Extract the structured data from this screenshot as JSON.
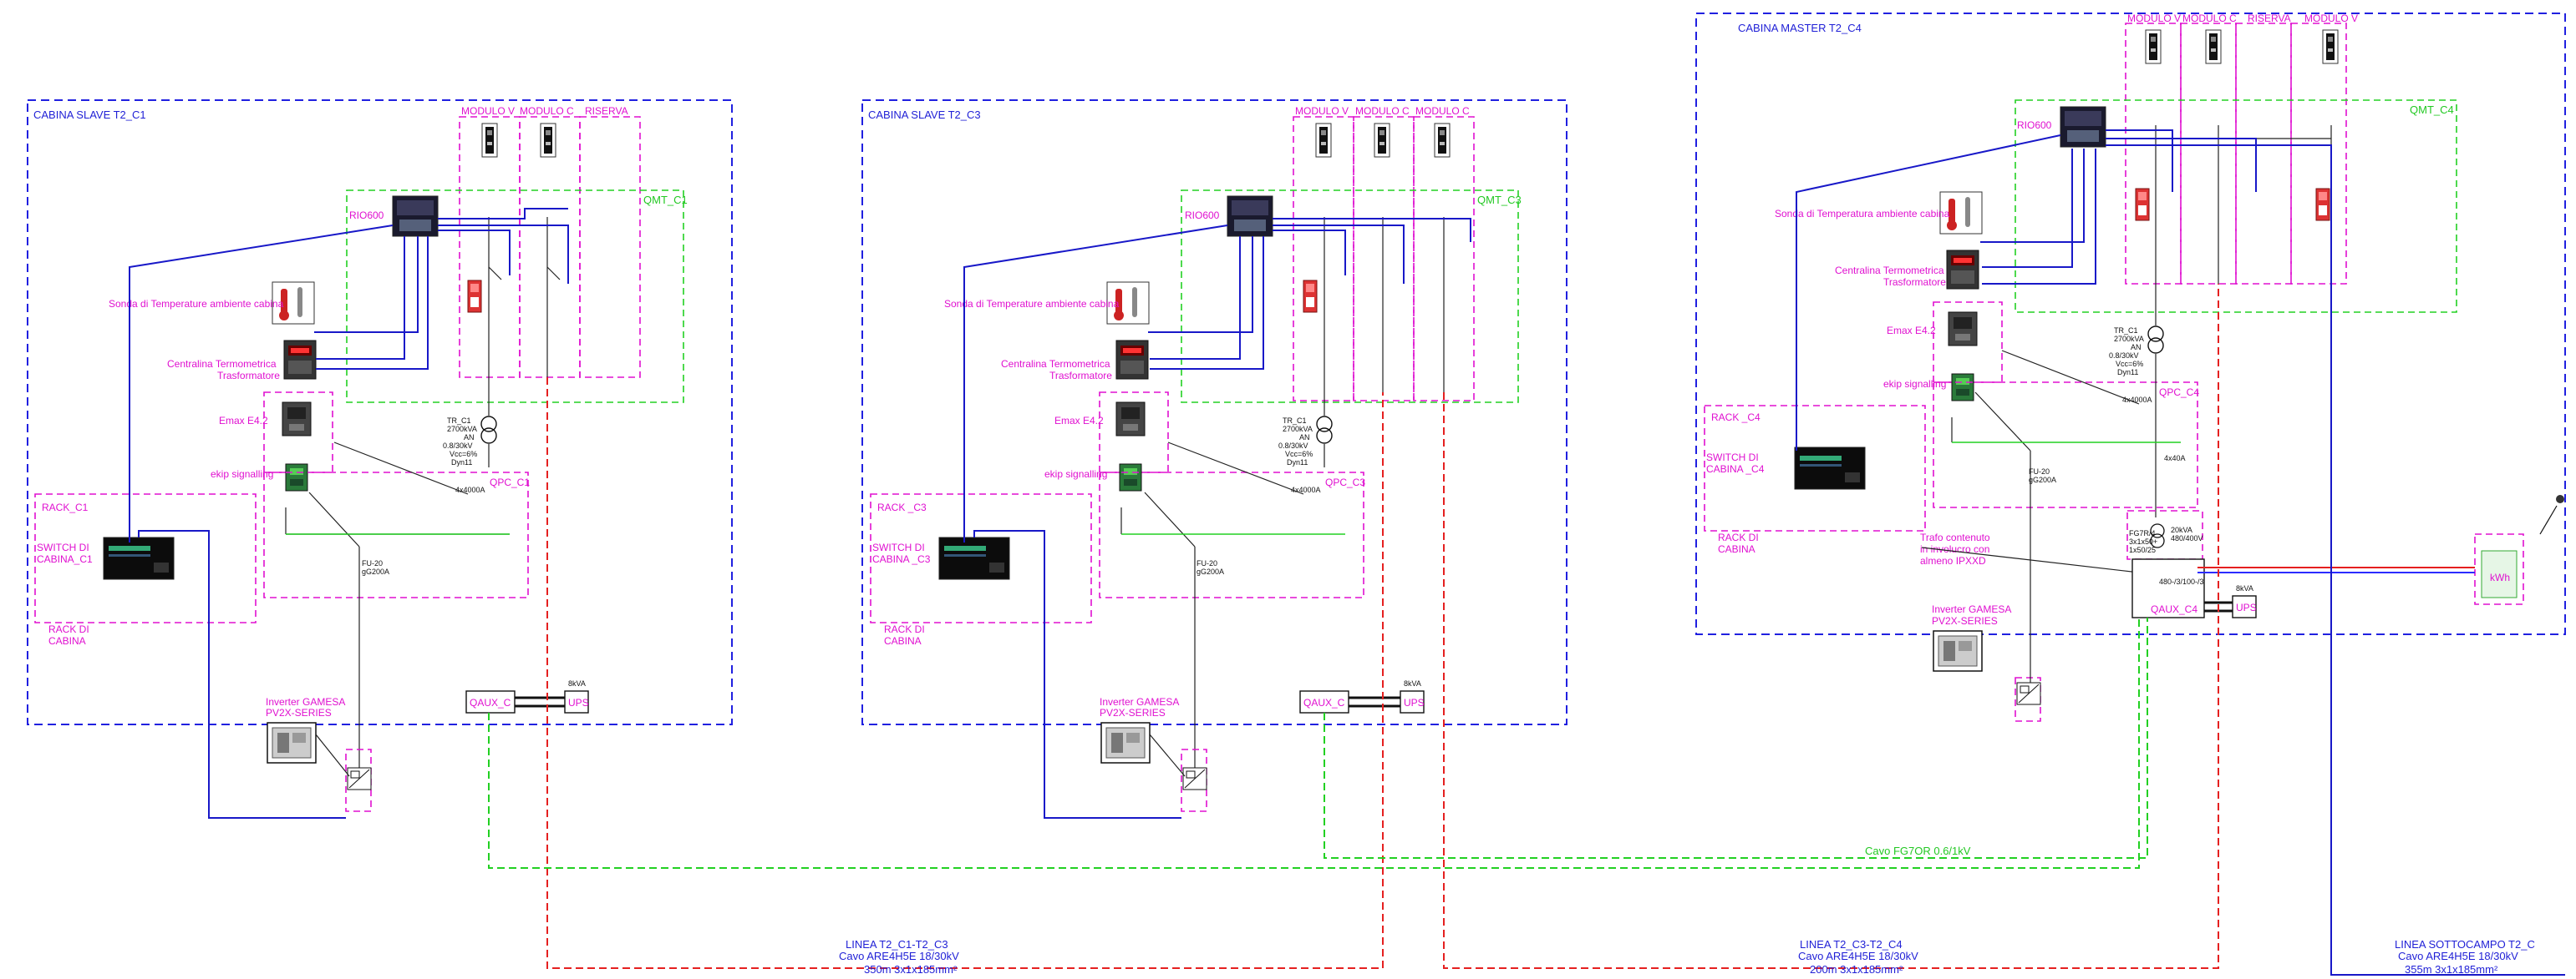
{
  "cabins": [
    {
      "title": "CABINA SLAVE T2_C1",
      "modules": [
        "MODULO V",
        "MODULO C",
        "RISERVA"
      ],
      "qmt": "QMT_C1",
      "rio": "RIO600",
      "sensor": "Sonda di Temperature ambiente cabina",
      "thermo": [
        "Centralina Termometrica",
        "Trasformatore"
      ],
      "breaker": "Emax E4.2",
      "ekip": "ekip signalling",
      "qpc": "QPC_C1",
      "rack": "RACK_C1",
      "switch": [
        "SWITCH DI",
        "CABINA_C1"
      ],
      "rack_di": [
        "RACK DI",
        "CABINA"
      ],
      "tr": [
        "TR_C1",
        "2700kVA",
        "AN",
        "0.8/30kV",
        "Vcc=6%",
        "Dyn11"
      ],
      "fuse": [
        "FU-20",
        "gG200A"
      ],
      "amp": "4x4000A",
      "inverter": [
        "Inverter GAMESA",
        "PV2X-SERIES"
      ],
      "qaux": "QAUX_C",
      "ups": "UPS",
      "ups_power": "8kVA"
    },
    {
      "title": "CABINA SLAVE T2_C3",
      "modules": [
        "MODULO V",
        "MODULO C",
        "MODULO C"
      ],
      "qmt": "QMT_C3",
      "rio": "RIO600",
      "sensor": "Sonda di Temperature ambiente cabina",
      "thermo": [
        "Centralina Termometrica",
        "Trasformatore"
      ],
      "breaker": "Emax E4.2",
      "ekip": "ekip signalling",
      "qpc": "QPC_C3",
      "rack": "RACK _C3",
      "switch": [
        "SWITCH DI",
        "CABINA _C3"
      ],
      "rack_di": [
        "RACK DI",
        "CABINA"
      ],
      "tr": [
        "TR_C1",
        "2700kVA",
        "AN",
        "0.8/30kV",
        "Vcc=6%",
        "Dyn11"
      ],
      "fuse": [
        "FU-20",
        "gG200A"
      ],
      "amp": "4x4000A",
      "inverter": [
        "Inverter GAMESA",
        "PV2X-SERIES"
      ],
      "qaux": "QAUX_C",
      "ups": "UPS",
      "ups_power": "8kVA"
    }
  ],
  "master": {
    "title": "CABINA MASTER T2_C4",
    "modules": [
      "MODULO V",
      "MODULO C",
      "RISERVA",
      "MODULO V"
    ],
    "qmt": "QMT_C4",
    "rio": "RIO600",
    "sensor": "Sonda di Temperatura ambiente cabina",
    "thermo": [
      "Centralina Termometrica",
      "Trasformatore"
    ],
    "breaker": "Emax E4.2",
    "ekip": "ekip signalling",
    "qpc": "QPC_C4",
    "rack": "RACK _C4",
    "switch": [
      "SWITCH DI",
      "CABINA _C4"
    ],
    "rack_di": [
      "RACK DI",
      "CABINA"
    ],
    "tr": [
      "TR_C1",
      "2700kVA",
      "AN",
      "0.8/30kV",
      "Vcc=6%",
      "Dyn11"
    ],
    "fuse": [
      "FU-20",
      "gG200A"
    ],
    "amp": "4x4000A",
    "amp2": "4x40A",
    "trafo": [
      "Trafo contenuto",
      "in involucro con",
      "almeno IPXXD"
    ],
    "aux_tr": [
      "FG7R/4",
      "3x1x50+",
      "1x50/25"
    ],
    "aux_kva": [
      "20kVA",
      "480/400V"
    ],
    "aux_v": "480-/3/100-/3",
    "inverter": [
      "Inverter GAMESA",
      "PV2X-SERIES"
    ],
    "qaux": "QAUX_C4",
    "ups": "UPS",
    "ups_power": "8kVA",
    "meter": "kWh"
  },
  "lines": {
    "l1": [
      "LINEA T2_C1-T2_C3",
      "Cavo ARE4H5E 18/30kV",
      "350m 3x1x185mm²"
    ],
    "l2": [
      "LINEA T2_C3-T2_C4",
      "Cavo ARE4H5E 18/30kV",
      "200m 3x1x185mm²"
    ],
    "l3": [
      "LINEA  SOTTOCAMPO T2_C",
      "Cavo ARE4H5E 18/30kV",
      "355m 3x1x185mm²"
    ],
    "aux_cable": "Cavo FG7OR 0.6/1kV"
  },
  "colors": {
    "blue": "#1f1fd6",
    "magenta": "#e010d0",
    "green": "#22d022",
    "red": "#e52020"
  }
}
